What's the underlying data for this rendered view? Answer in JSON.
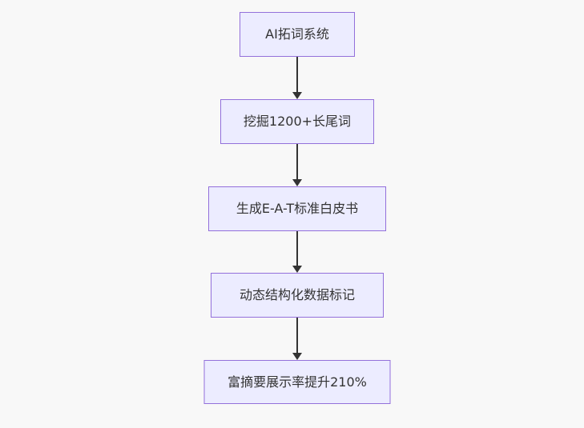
{
  "diagram": {
    "type": "flowchart",
    "direction": "top-down",
    "colors": {
      "background": "#f8f8f8",
      "node_fill": "#ECECFF",
      "node_border": "#9370DB",
      "node_text": "#333333",
      "arrow": "#333333"
    },
    "nodes": [
      {
        "label": "AI拓词系统"
      },
      {
        "label": "挖掘1200+长尾词"
      },
      {
        "label": "生成E-A-T标准白皮书"
      },
      {
        "label": "动态结构化数据标记"
      },
      {
        "label": "富摘要展示率提升210%"
      }
    ],
    "edges": [
      {
        "from": "AI拓词系统",
        "to": "挖掘1200+长尾词"
      },
      {
        "from": "挖掘1200+长尾词",
        "to": "生成E-A-T标准白皮书"
      },
      {
        "from": "生成E-A-T标准白皮书",
        "to": "动态结构化数据标记"
      },
      {
        "from": "动态结构化数据标记",
        "to": "富摘要展示率提升210%"
      }
    ]
  }
}
